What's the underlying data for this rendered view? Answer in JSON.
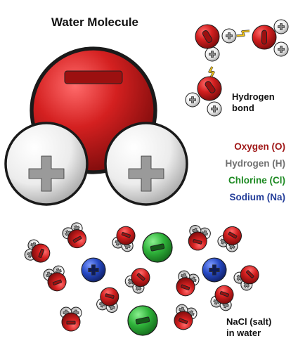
{
  "title": "Water Molecule",
  "hydrogen_bond": {
    "line1": "Hydrogen",
    "line2": "bond"
  },
  "legend": [
    {
      "label": "Oxygen (O)",
      "color": "#a01818",
      "element": "oxygen"
    },
    {
      "label": "Hydrogen (H)",
      "color": "#707070",
      "element": "hydrogen"
    },
    {
      "label": "Chlorine (Cl)",
      "color": "#1d8a22",
      "element": "chlorine"
    },
    {
      "label": "Sodium (Na)",
      "color": "#243e9a",
      "element": "sodium"
    }
  ],
  "solution_label": {
    "line1": "NaCl (salt)",
    "line2": "in water"
  },
  "colors": {
    "oxygen": "#d42020",
    "hydrogen": "#e6e6e6",
    "chlorine": "#2fb33a",
    "sodium": "#2548c4",
    "bond_spark": "#f3c417"
  },
  "charge_symbols": {
    "negative": "minus-sign",
    "positive": "plus-sign"
  }
}
